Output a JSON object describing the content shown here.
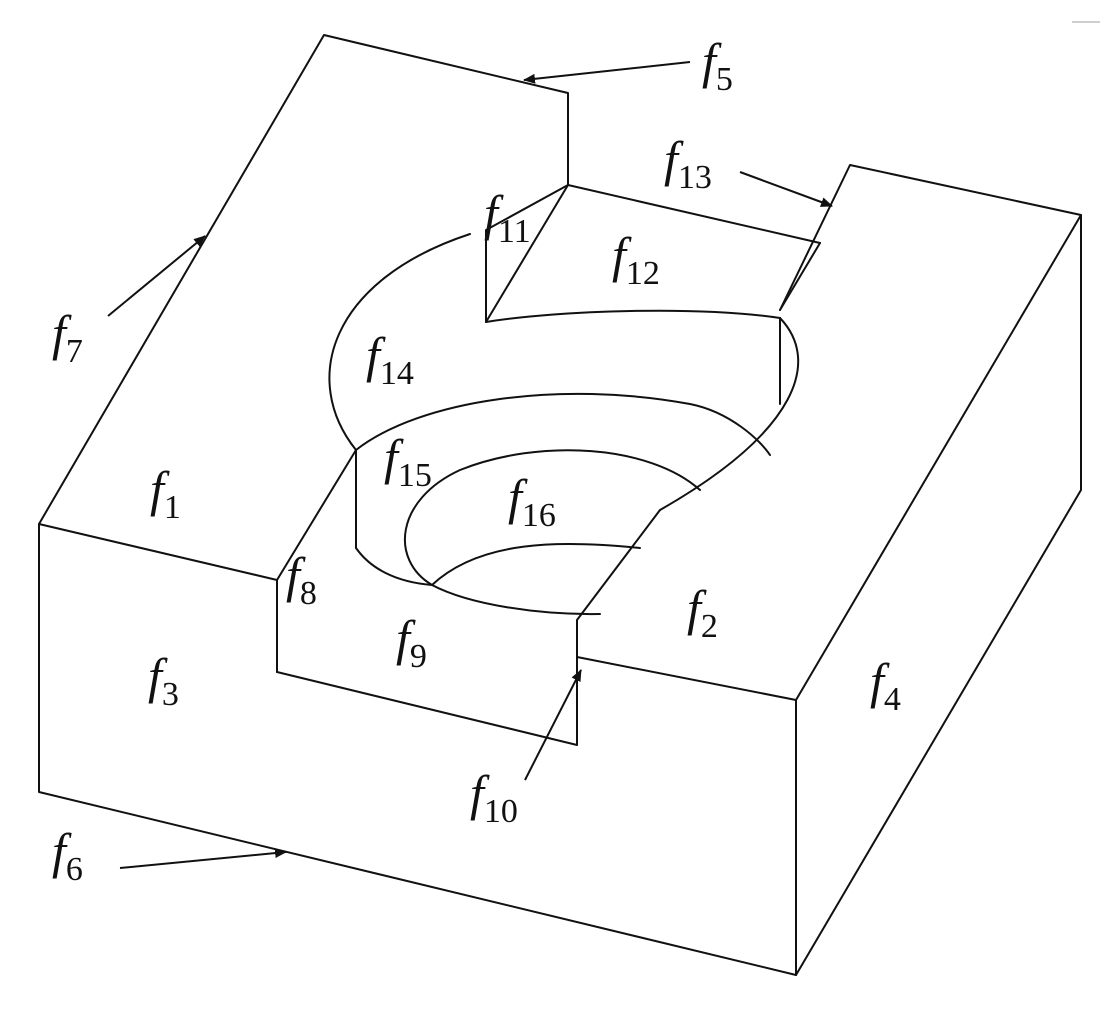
{
  "diagram": {
    "labels": [
      {
        "id": "f1",
        "letter": "f",
        "sub": "1"
      },
      {
        "id": "f2",
        "letter": "f",
        "sub": "2"
      },
      {
        "id": "f3",
        "letter": "f",
        "sub": "3"
      },
      {
        "id": "f4",
        "letter": "f",
        "sub": "4"
      },
      {
        "id": "f5",
        "letter": "f",
        "sub": "5"
      },
      {
        "id": "f6",
        "letter": "f",
        "sub": "6"
      },
      {
        "id": "f7",
        "letter": "f",
        "sub": "7"
      },
      {
        "id": "f8",
        "letter": "f",
        "sub": "8"
      },
      {
        "id": "f9",
        "letter": "f",
        "sub": "9"
      },
      {
        "id": "f10",
        "letter": "f",
        "sub": "10"
      },
      {
        "id": "f11",
        "letter": "f",
        "sub": "11"
      },
      {
        "id": "f12",
        "letter": "f",
        "sub": "12"
      },
      {
        "id": "f13",
        "letter": "f",
        "sub": "13"
      },
      {
        "id": "f14",
        "letter": "f",
        "sub": "14"
      },
      {
        "id": "f15",
        "letter": "f",
        "sub": "15"
      },
      {
        "id": "f16",
        "letter": "f",
        "sub": "16"
      }
    ],
    "colors": {
      "line": "#111111",
      "background": "#ffffff"
    }
  }
}
